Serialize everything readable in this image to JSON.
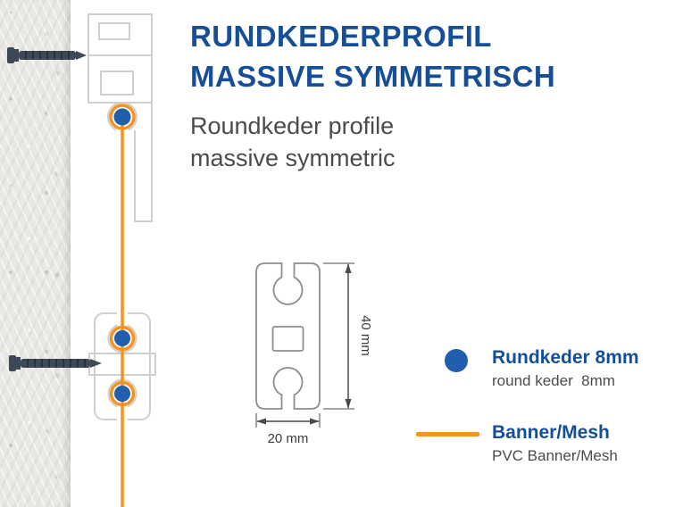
{
  "title": {
    "line1": "RUNDKEDERPROFIL",
    "line2": "MASSIVE SYMMETRISCH",
    "subtitle1": "Roundkeder profile",
    "subtitle2": "massive symmetric"
  },
  "cross_section": {
    "height_label": "40 mm",
    "width_label": "20 mm"
  },
  "legend": {
    "keder": {
      "label": "Rundkeder 8mm",
      "sublabel": "round keder  8mm"
    },
    "banner": {
      "label": "Banner/Mesh",
      "sublabel": "PVC Banner/Mesh"
    }
  },
  "colors": {
    "accent_blue": "#164e97",
    "keder_blue": "#1f5fad",
    "banner_orange": "#f6921e",
    "profile_outline_gray": "#cfcfcc",
    "drawing_outline_gray": "#8d8d8d",
    "screw_dark": "#3e4957",
    "subtitle_gray": "#4b4b4b"
  },
  "icons": {
    "keder_dot": "filled-circle",
    "banner_swatch": "horizontal-line"
  }
}
